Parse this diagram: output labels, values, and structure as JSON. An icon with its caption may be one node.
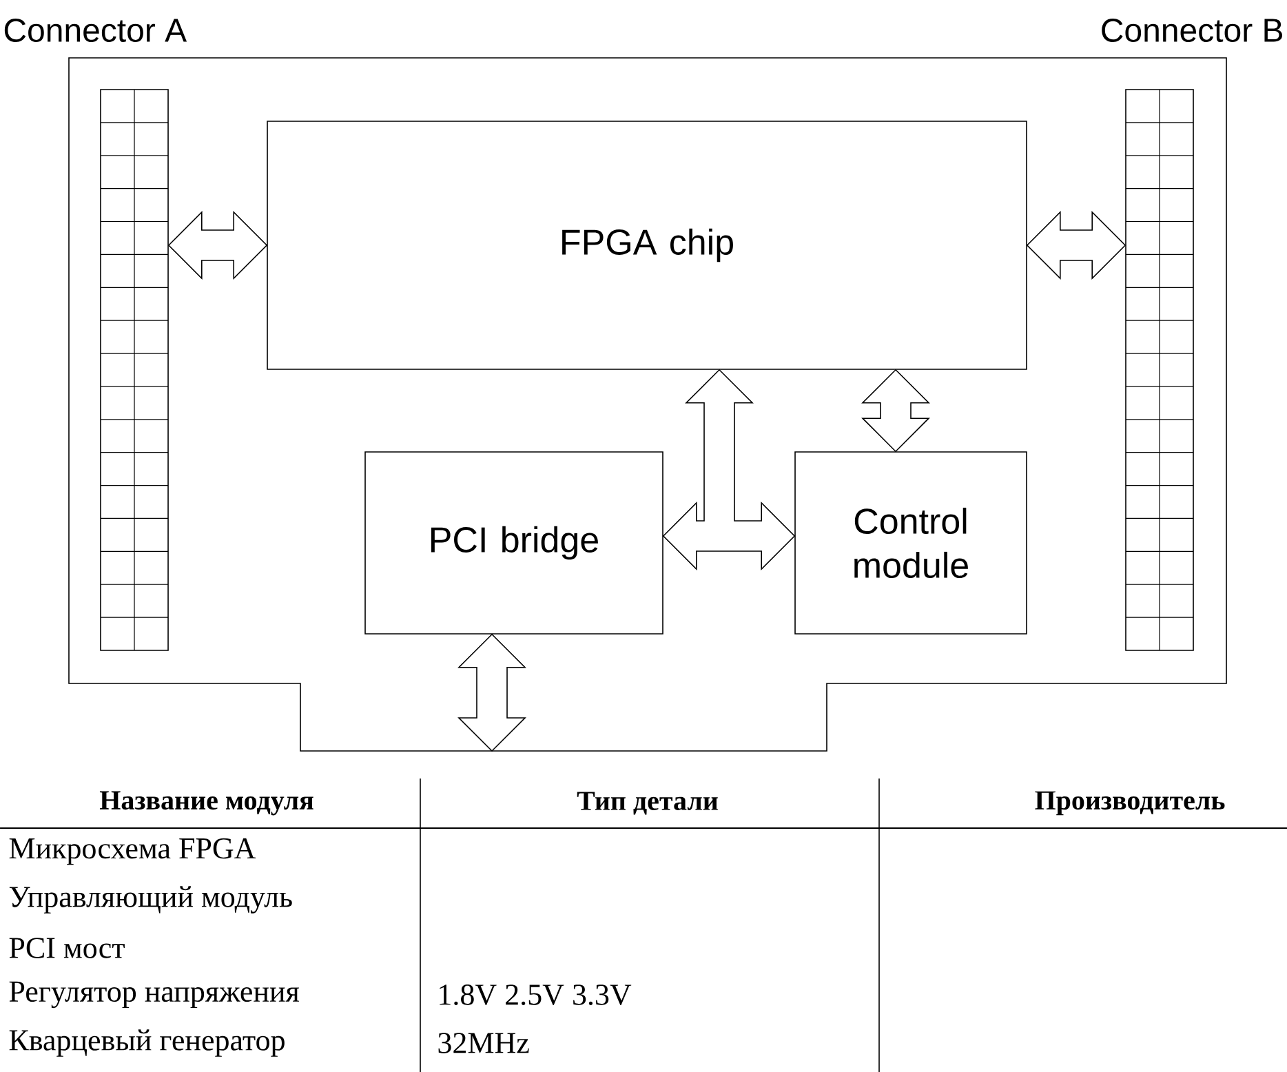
{
  "diagram": {
    "nodes": [
      {
        "text": [
          "Connector A"
        ]
      },
      {
        "text": [
          "Connector B"
        ]
      },
      {
        "text": [
          "FPGA chip"
        ]
      },
      {
        "text": [
          "PCI bridge"
        ]
      },
      {
        "text": [
          "Control module"
        ]
      }
    ],
    "edges": [
      {
        "from": 0,
        "to": 2,
        "arrow": "both"
      },
      {
        "from": 2,
        "to": 1,
        "arrow": "both"
      },
      {
        "from": 3,
        "to": 4,
        "arrow": "both"
      },
      {
        "from": 3,
        "to": 2,
        "arrow": "to"
      },
      {
        "from": 4,
        "to": 2,
        "arrow": "both"
      },
      {
        "from": 3,
        "to": null,
        "arrow": "both"
      }
    ],
    "labels": [
      "Название модуля",
      "Тип детали",
      "Производитель",
      "Микросхема FPGA",
      "Управляющий модуль",
      "PCI мост",
      "Регулятор напряжения",
      "1.8V 2.5V 3.3V",
      "Кварцевый генератор",
      "32MHz"
    ]
  }
}
